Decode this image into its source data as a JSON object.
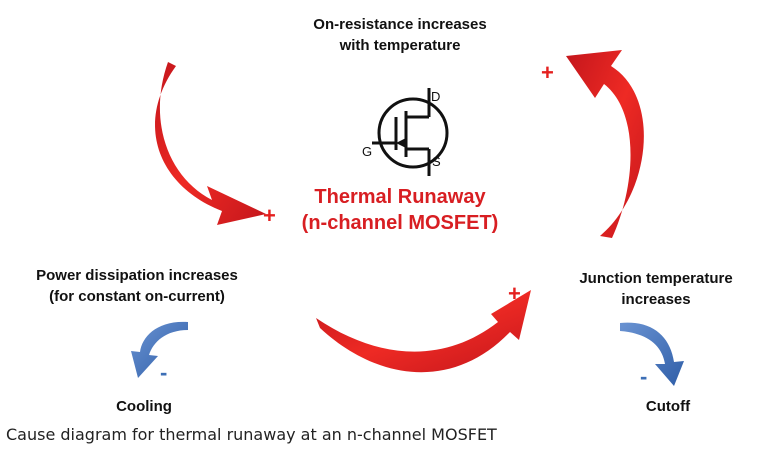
{
  "nodes": {
    "on_resistance": {
      "line1": "On-resistance increases",
      "line2": "with temperature"
    },
    "power_dissipation": {
      "line1": "Power dissipation increases",
      "line2": "(for constant on-current)"
    },
    "junction_temperature": {
      "line1": "Junction temperature",
      "line2": "increases"
    },
    "cooling": "Cooling",
    "cutoff": "Cutoff"
  },
  "center_title": {
    "line1": "Thermal Runaway",
    "line2": "(n-channel MOSFET)"
  },
  "mosfet_symbol": {
    "drain": "D",
    "gate": "G",
    "source": "S"
  },
  "feedback_signs": {
    "top_right": "+",
    "left_arrow": "+",
    "bottom_arrow": "+",
    "cooling": "-",
    "cutoff": "-"
  },
  "caption": "Cause diagram for thermal runaway at an n-channel MOSFET",
  "colors": {
    "positive_arrow": "#e4201f",
    "negative_arrow": "#3d6fb6",
    "title": "#d81e22",
    "text": "#111111"
  }
}
